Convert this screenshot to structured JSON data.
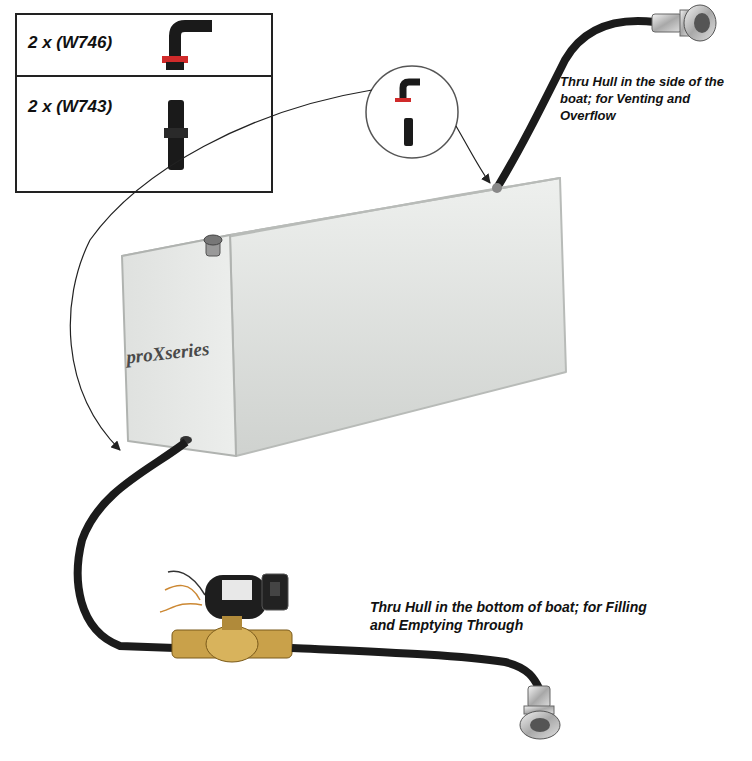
{
  "diagram": {
    "labels": [
      "2 x (W746)",
      "2 x (W743)",
      "Thru Hull in the side of the boat; for Venting and Overflow",
      "proXseries",
      "Thru Hull in the bottom of boat; for Filling and Emptying Through"
    ]
  }
}
